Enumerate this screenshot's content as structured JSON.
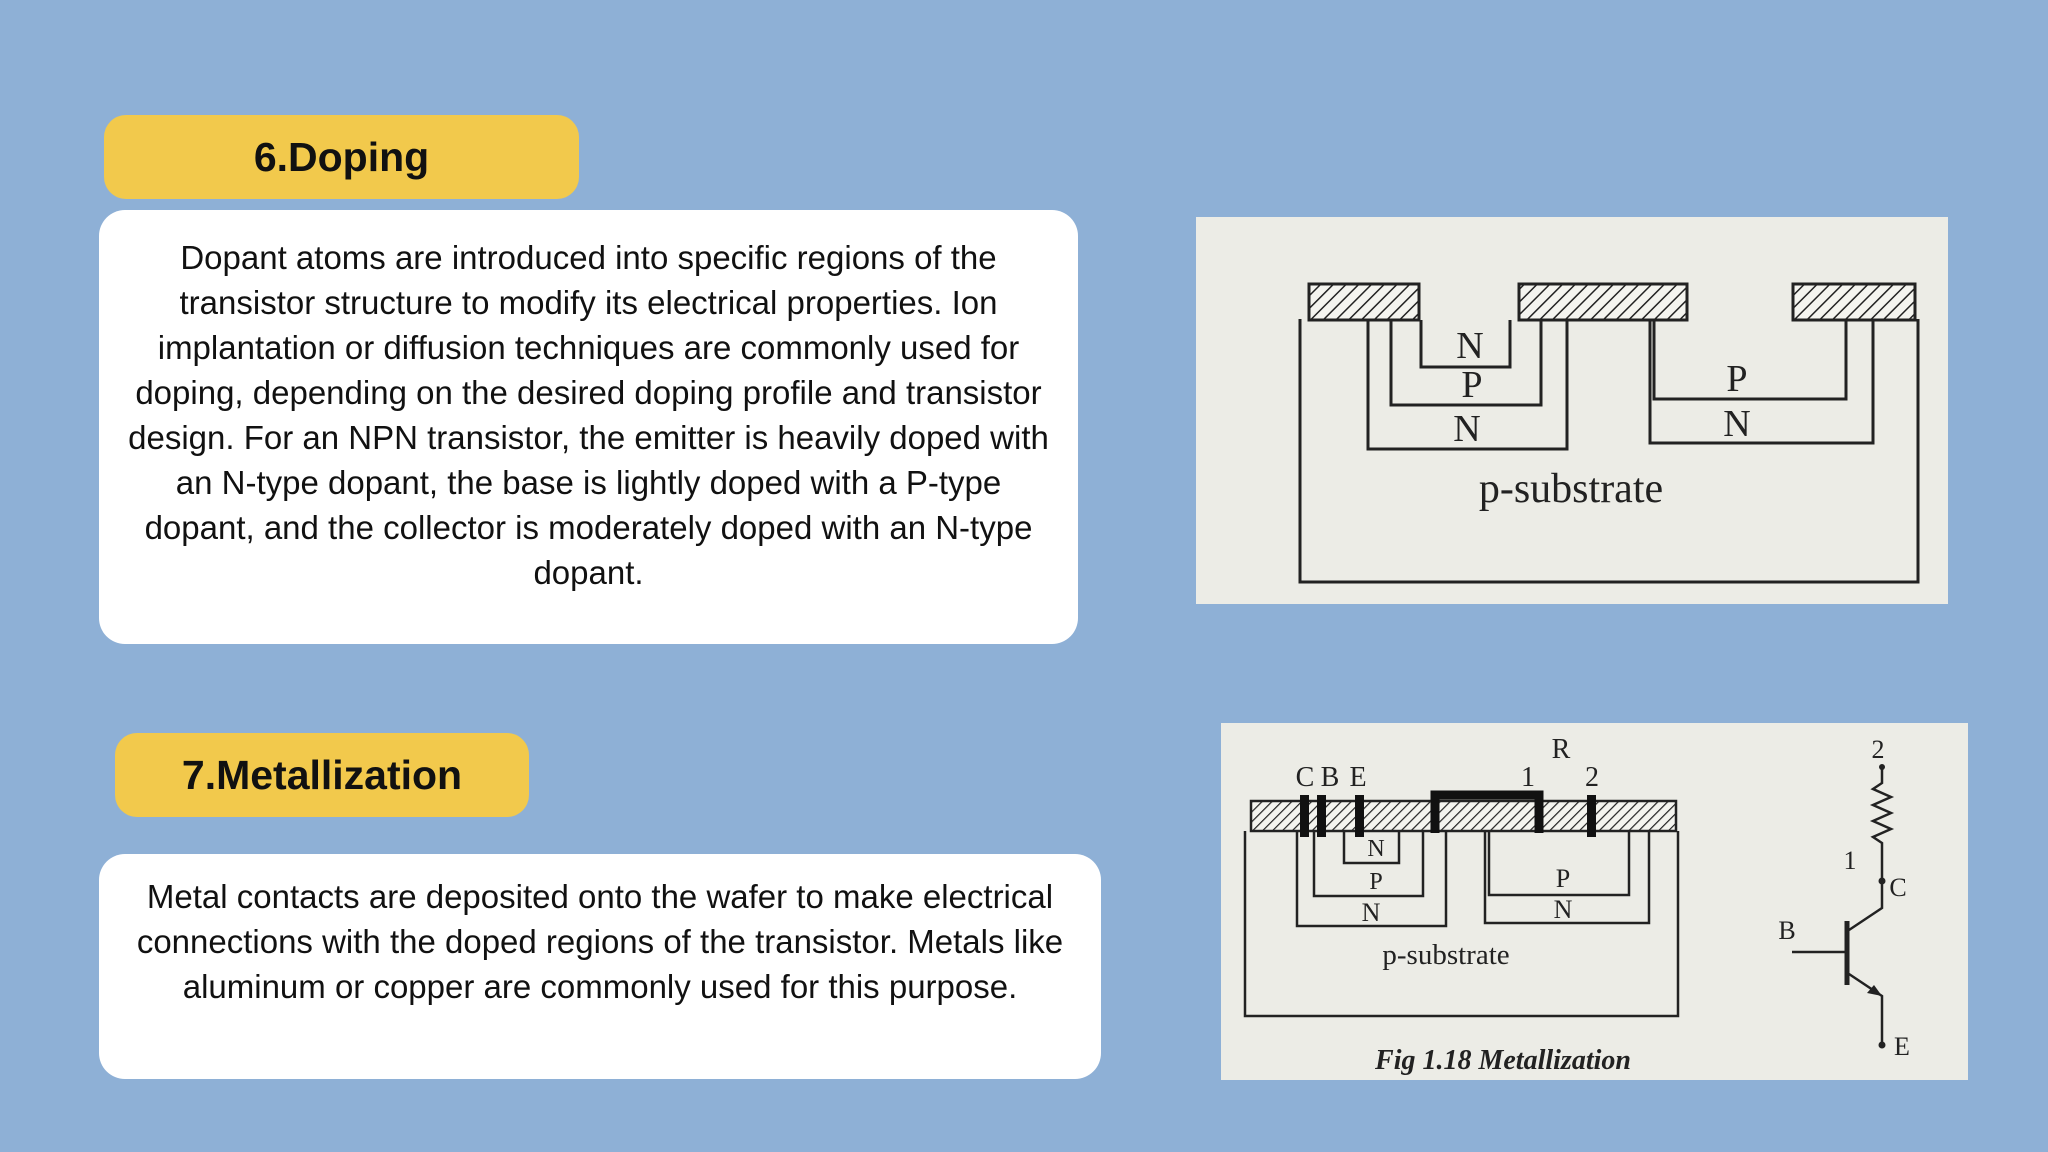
{
  "sections": [
    {
      "title": "6.Doping",
      "body": "Dopant atoms are introduced into specific regions of the transistor structure to modify its electrical properties. Ion implantation or diffusion techniques are commonly used for doping, depending on the desired doping profile and transistor design. For an NPN transistor, the emitter is heavily doped with an N-type dopant, the base is lightly doped with a P-type dopant, and the collector is moderately doped with an N-type dopant."
    },
    {
      "title": "7.Metallization",
      "body": "Metal contacts are deposited onto the wafer to make electrical connections with the doped regions of the transistor. Metals like aluminum or copper are commonly used for this purpose."
    }
  ],
  "doping_figure": {
    "labels": {
      "emitter_n": "N",
      "base_p": "P",
      "collector_n": "N",
      "resistor_p": "P",
      "resistor_n": "N",
      "substrate": "p-substrate"
    }
  },
  "metallization_figure": {
    "labels": {
      "c": "C",
      "b": "B",
      "e": "E",
      "r": "R",
      "node1": "1",
      "node2": "2",
      "emitter_n": "N",
      "base_p": "P",
      "collector_n": "N",
      "resistor_p": "P",
      "resistor_n": "N",
      "substrate": "p-substrate",
      "caption": "Fig 1.18 Metallization",
      "sch_node2": "2",
      "sch_node1": "1",
      "sch_c": "C",
      "sch_b": "B",
      "sch_e": "E"
    }
  }
}
